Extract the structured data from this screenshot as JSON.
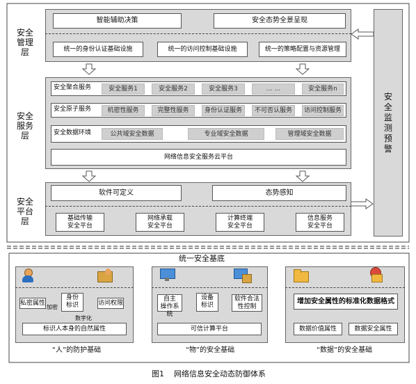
{
  "management": {
    "side_label_1": "安全",
    "side_label_2": "管理层",
    "top_boxes": [
      "智能辅助决策",
      "安全态势全景呈现"
    ],
    "infra": [
      "统一的身份认证基础设施",
      "统一的访问控制基础设施",
      "统一的策略配置与资源管理"
    ]
  },
  "service": {
    "side_label_1": "安全",
    "side_label_2": "服务层",
    "rows": [
      {
        "label": "安全聚合服务",
        "cells": [
          "安全服务1",
          "安全服务2",
          "安全服务3",
          "… …",
          "安全服务n"
        ]
      },
      {
        "label": "安全原子服务",
        "cells": [
          "机密性服务",
          "完整性服务",
          "身份认证服务",
          "不可否认服务",
          "访问控制服务"
        ]
      },
      {
        "label": "安全数据环境",
        "cells": [
          "公共域安全数据",
          "专业域安全数据",
          "管理域安全数据"
        ]
      }
    ],
    "cloud_platform": "网络信息安全服务云平台"
  },
  "platform": {
    "side_label_1": "安全",
    "side_label_2": "平台层",
    "top_boxes": [
      "软件可定义",
      "态势感知"
    ],
    "bottom_boxes": [
      {
        "line1": "基础传输",
        "line2": "安全平台"
      },
      {
        "line1": "网络承载",
        "line2": "安全平台"
      },
      {
        "line1": "计算终端",
        "line2": "安全平台"
      },
      {
        "line1": "信息服务",
        "line2": "安全平台"
      }
    ]
  },
  "monitor": {
    "chars": [
      "安",
      "全",
      "监",
      "测",
      "预",
      "警"
    ]
  },
  "foundation": {
    "title": "统一安全基底",
    "person": {
      "caption": "“人”的防护基础",
      "privacy": "私密属性",
      "identity_1": "身份",
      "identity_2": "标识",
      "access": "访问权限",
      "encrypt": "加密",
      "digitize": "数字化",
      "natural": "标识人本身的自然属性"
    },
    "thing": {
      "caption": "“物”的安全基础",
      "self_1": "自主",
      "self_2": "操作系统",
      "device_1": "设备",
      "device_2": "标识",
      "hardware_1": "软件合法",
      "hardware_2": "性控制",
      "trusted": "可信计算平台"
    },
    "data": {
      "caption": "“数据”的安全基础",
      "format": "增加安全属性的标准化数据格式",
      "value": "数据价值属性",
      "secure": "数据安全属性"
    }
  },
  "figure_caption": "图1    网络信息安全动态防御体系"
}
